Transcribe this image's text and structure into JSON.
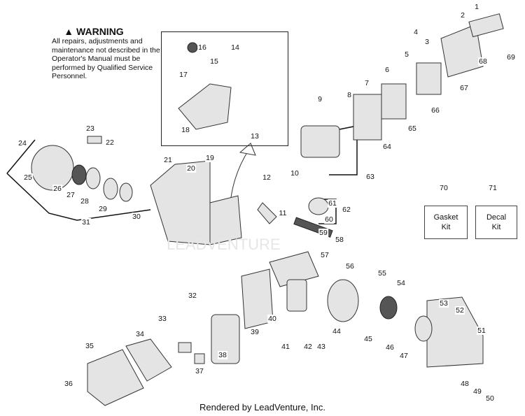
{
  "warning": {
    "title": "WARNING",
    "text": "All repairs, adjustments and maintenance not described in the Operator's Manual must be performed by Qualified Service Personnel."
  },
  "callouts": [
    "1",
    "2",
    "3",
    "4",
    "5",
    "6",
    "7",
    "8",
    "9",
    "10",
    "11",
    "12",
    "13",
    "14",
    "15",
    "16",
    "17",
    "18",
    "19",
    "20",
    "21",
    "22",
    "23",
    "24",
    "25",
    "26",
    "27",
    "28",
    "29",
    "30",
    "31",
    "32",
    "33",
    "34",
    "35",
    "36",
    "37",
    "38",
    "39",
    "40",
    "41",
    "42",
    "43",
    "44",
    "45",
    "46",
    "47",
    "48",
    "49",
    "50",
    "51",
    "52",
    "53",
    "54",
    "55",
    "56",
    "57",
    "58",
    "59",
    "60",
    "61",
    "62",
    "63",
    "64",
    "65",
    "66",
    "67",
    "68",
    "69",
    "70",
    "71"
  ],
  "kits": {
    "gasket": {
      "line1": "Gasket",
      "line2": "Kit"
    },
    "decal": {
      "line1": "Decal",
      "line2": "Kit"
    }
  },
  "watermark": "LEADVENTURE",
  "footer": "Rendered by LeadVenture, Inc."
}
